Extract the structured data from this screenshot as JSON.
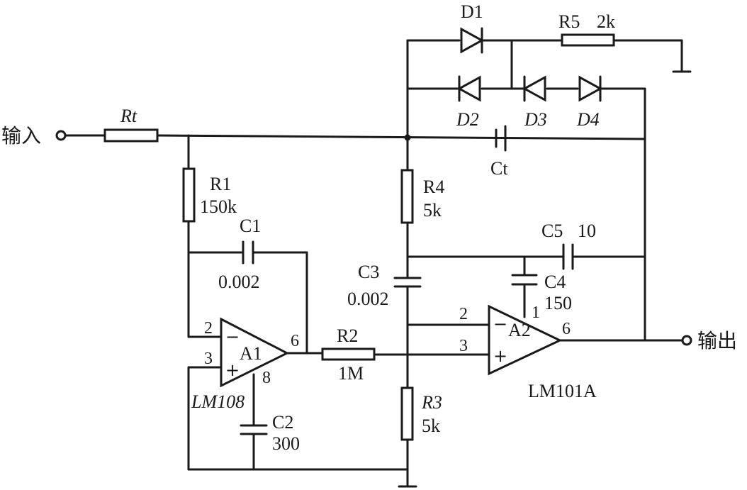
{
  "terminals": {
    "input": "输入",
    "output": "输出"
  },
  "resistors": {
    "Rt": {
      "name": "Rt"
    },
    "R1": {
      "name": "R1",
      "value": "150k"
    },
    "R2": {
      "name": "R2",
      "value": "1M"
    },
    "R3": {
      "name": "R3",
      "value": "5k"
    },
    "R4": {
      "name": "R4",
      "value": "5k"
    },
    "R5": {
      "name": "R5",
      "value": "2k"
    }
  },
  "capacitors": {
    "C1": {
      "name": "C1",
      "value": "0.002"
    },
    "C2": {
      "name": "C2",
      "value": "300"
    },
    "C3": {
      "name": "C3",
      "value": "0.002"
    },
    "C4": {
      "name": "C4",
      "value": "150"
    },
    "C5": {
      "name": "C5",
      "value": "10"
    },
    "Ct": {
      "name": "Ct"
    }
  },
  "diodes": {
    "D1": "D1",
    "D2": "D2",
    "D3": "D3",
    "D4": "D4"
  },
  "opamps": {
    "A1": {
      "name": "A1",
      "part": "LM108",
      "pin_inv": "2",
      "pin_noninv": "3",
      "pin_out": "6",
      "pin_comp": "8"
    },
    "A2": {
      "name": "A2",
      "part": "LM101A",
      "pin_inv": "2",
      "pin_noninv": "3",
      "pin_out": "6",
      "pin_comp": "1"
    }
  },
  "signs": {
    "minus": "−",
    "plus": "+"
  }
}
